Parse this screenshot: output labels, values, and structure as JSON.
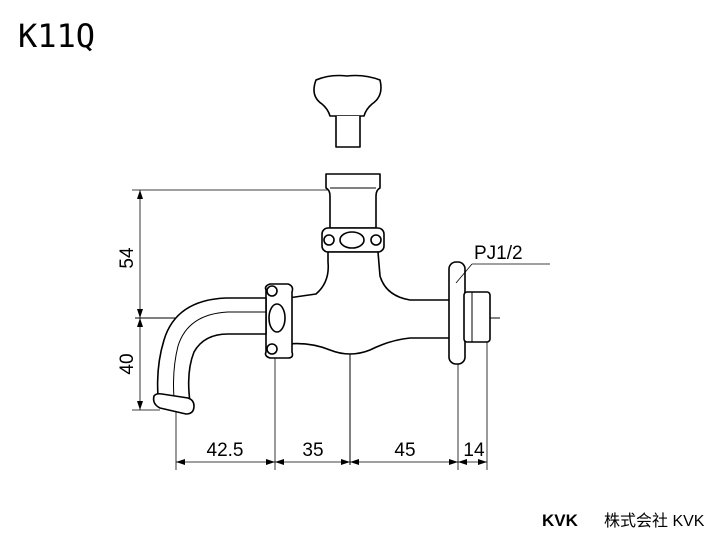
{
  "model": "K11Q",
  "thread_label": "PJ1/2",
  "dimensions": {
    "vertical_upper": "54",
    "vertical_lower": "40",
    "horizontal": [
      "42.5",
      "35",
      "45",
      "14"
    ]
  },
  "brand": {
    "logo": "KVK",
    "company": "株式会社 KVK"
  }
}
